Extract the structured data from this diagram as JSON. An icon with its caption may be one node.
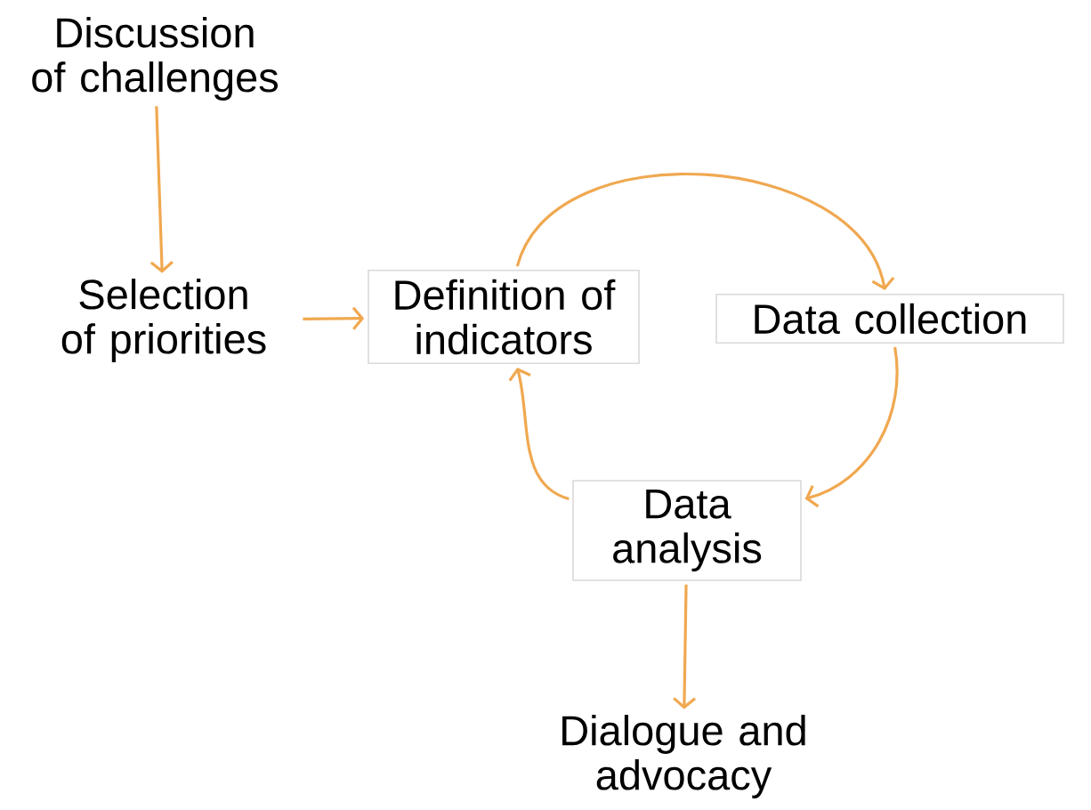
{
  "diagram": {
    "nodes": [
      {
        "text": [
          "Discussion of challenges"
        ]
      },
      {
        "text": [
          "Selection of priorities"
        ]
      },
      {
        "text": [
          "Definition of indicators"
        ]
      },
      {
        "text": [
          "Data collection"
        ]
      },
      {
        "text": [
          "Data analysis"
        ]
      },
      {
        "text": [
          "Dialogue and advocacy"
        ]
      }
    ],
    "edges": [
      {
        "from": 0,
        "to": 1,
        "arrow": "to"
      },
      {
        "from": 1,
        "to": 2,
        "arrow": "to"
      },
      {
        "from": 2,
        "to": 3,
        "arrow": "to"
      },
      {
        "from": 3,
        "to": 4,
        "arrow": "to"
      },
      {
        "from": 4,
        "to": 2,
        "arrow": "to"
      },
      {
        "from": 4,
        "to": 5,
        "arrow": "to"
      }
    ]
  }
}
